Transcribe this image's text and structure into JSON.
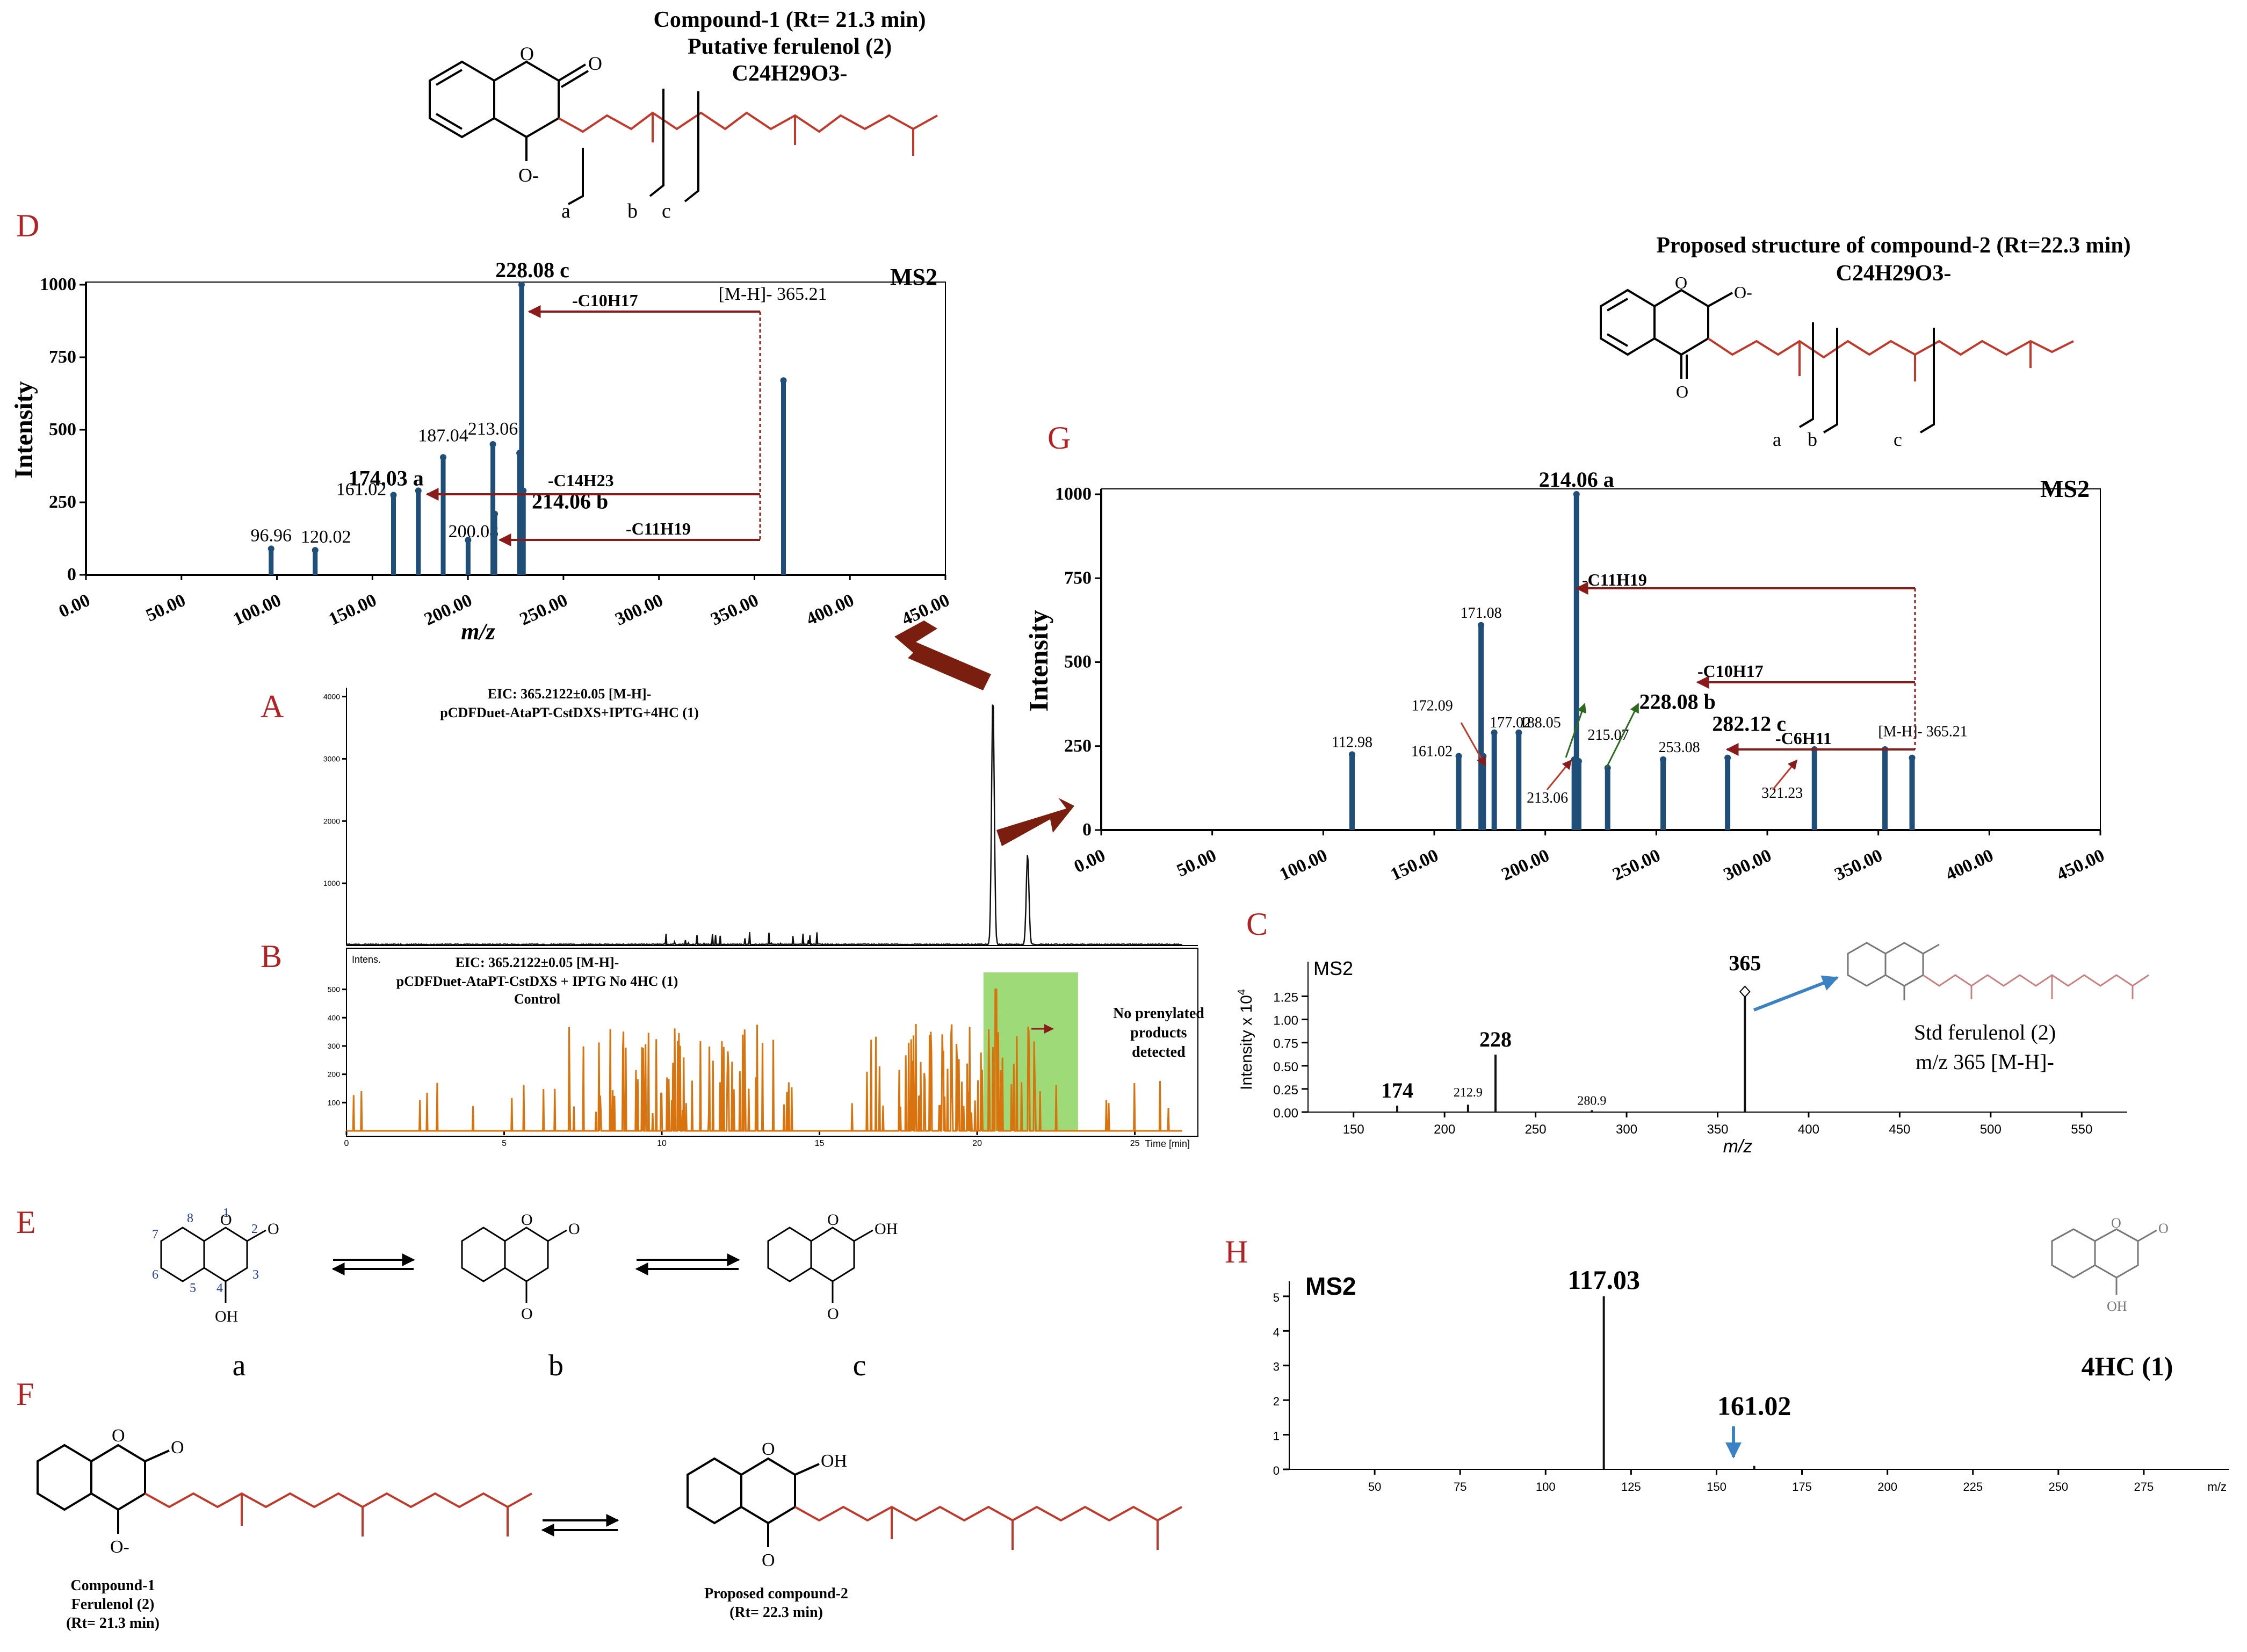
{
  "colors": {
    "panel_letter": "#b22222",
    "bar_blue": "#1f4e79",
    "orange_trace": "#d9730d",
    "highlight_green": "#8dd35f",
    "red_chain": "#c0392b",
    "dark_red": "#8b1a1a",
    "blue_arrow": "#3b82c4",
    "atom_number_blue": "#1f3a93"
  },
  "panels": {
    "A": "A",
    "B": "B",
    "C": "C",
    "D": "D",
    "E": "E",
    "F": "F",
    "G": "G",
    "H": "H"
  },
  "struct1": {
    "title": "Compound-1 (Rt= 21.3 min)",
    "subtitle": "Putative ferulenol (2)",
    "formula": "C24H29O3-",
    "cuts": [
      "a",
      "b",
      "c"
    ]
  },
  "struct2": {
    "title": "Proposed structure of compound-2 (Rt=22.3 min)",
    "formula": "C24H29O3-",
    "cuts": [
      "a",
      "b",
      "c"
    ]
  },
  "atoms": {
    "O": "O",
    "O_minus": "O-",
    "OH": "OH"
  },
  "panel_E": {
    "tautomer_labels": [
      "a",
      "b",
      "c"
    ],
    "numbers": [
      "1",
      "2",
      "3",
      "4",
      "5",
      "6",
      "7",
      "8"
    ]
  },
  "panel_F": {
    "left_label": [
      "Compound-1",
      "Ferulenol (2)",
      "(Rt= 21.3 min)"
    ],
    "right_label": [
      "Proposed compound-2",
      "(Rt= 22.3 min)"
    ]
  },
  "chart_data": [
    {
      "id": "D",
      "type": "bar",
      "title": "MS2",
      "xlabel": "m/z",
      "ylabel": "Intensity",
      "xlim": [
        0,
        450
      ],
      "ylim": [
        0,
        1000
      ],
      "xticks": [
        "0.00",
        "50.00",
        "100.00",
        "150.00",
        "200.00",
        "250.00",
        "300.00",
        "350.00",
        "400.00",
        "450.00"
      ],
      "yticks": [
        "0",
        "250",
        "500",
        "750",
        "1000"
      ],
      "peaks": [
        {
          "x": 96.96,
          "y": 90,
          "label": "96.96"
        },
        {
          "x": 120.02,
          "y": 85,
          "label": "120.02"
        },
        {
          "x": 161.02,
          "y": 275,
          "label": "161.02"
        },
        {
          "x": 174.03,
          "y": 290,
          "label": "174.03 a"
        },
        {
          "x": 187.04,
          "y": 405,
          "label": "187.04"
        },
        {
          "x": 200.08,
          "y": 120,
          "label": "200.08"
        },
        {
          "x": 213.06,
          "y": 450,
          "label": "213.06"
        },
        {
          "x": 214.06,
          "y": 210,
          "label": "214.06 b"
        },
        {
          "x": 227.0,
          "y": 420,
          "label": ""
        },
        {
          "x": 228.08,
          "y": 1000,
          "label": "228.08 c"
        },
        {
          "x": 229.0,
          "y": 290,
          "label": ""
        },
        {
          "x": 365.21,
          "y": 670,
          "label": "[M-H]- 365.21"
        }
      ],
      "annotations": [
        "-C10H17",
        "-C14H23",
        "-C11H19"
      ]
    },
    {
      "id": "G",
      "type": "bar",
      "title": "MS2",
      "xlabel": "",
      "ylabel": "Intensity",
      "xlim": [
        0,
        450
      ],
      "ylim": [
        0,
        1000
      ],
      "xticks": [
        "0.00",
        "50.00",
        "100.00",
        "150.00",
        "200.00",
        "250.00",
        "300.00",
        "350.00",
        "400.00",
        "450.00"
      ],
      "yticks": [
        "0",
        "250",
        "500",
        "750",
        "1000"
      ],
      "peaks": [
        {
          "x": 112.98,
          "y": 225,
          "label": "112.98"
        },
        {
          "x": 161.02,
          "y": 220,
          "label": "161.02"
        },
        {
          "x": 171.08,
          "y": 610,
          "label": "171.08"
        },
        {
          "x": 172.09,
          "y": 220,
          "label": "172.09"
        },
        {
          "x": 177.02,
          "y": 290,
          "label": "177.02"
        },
        {
          "x": 188.05,
          "y": 290,
          "label": "188.05"
        },
        {
          "x": 213.06,
          "y": 210,
          "label": "213.06"
        },
        {
          "x": 214.06,
          "y": 1000,
          "label": "214.06 a"
        },
        {
          "x": 215.07,
          "y": 205,
          "label": "215.07"
        },
        {
          "x": 228.08,
          "y": 185,
          "label": "228.08 b"
        },
        {
          "x": 253.08,
          "y": 210,
          "label": "253.08"
        },
        {
          "x": 282.12,
          "y": 215,
          "label": "282.12 c"
        },
        {
          "x": 321.23,
          "y": 240,
          "label": "321.23"
        },
        {
          "x": 353.0,
          "y": 240,
          "label": ""
        },
        {
          "x": 365.21,
          "y": 215,
          "label": "[M-H]- 365.21"
        }
      ],
      "annotations": [
        "-C11H19",
        "-C10H17",
        "-C6H11"
      ]
    },
    {
      "id": "A",
      "type": "line",
      "title": "EIC: 365.2122±0.05 [M-H]-",
      "subtitle": "pCDFDuet-AtaPT-CstDXS+IPTG+4HC (1)",
      "yticks": [
        "1000",
        "2000",
        "3000",
        "4000"
      ],
      "peaks": [
        {
          "rt": 20.5,
          "y": 4000
        },
        {
          "rt": 21.6,
          "y": 1450
        }
      ]
    },
    {
      "id": "B",
      "type": "line",
      "title": "EIC: 365.2122±0.05 [M-H]-",
      "subtitle": "pCDFDuet-AtaPT-CstDXS + IPTG No 4HC (1)",
      "subtitle2": "Control",
      "ylabel": "Intens.",
      "xlabel": "Time [min]",
      "xlim": [
        0,
        27
      ],
      "xticks": [
        "0",
        "5",
        "10",
        "15",
        "20",
        "25"
      ],
      "yticks": [
        "100",
        "200",
        "300",
        "400",
        "500"
      ],
      "highlight": {
        "from": 20.2,
        "to": 23.2
      },
      "note": "No prenylated products detected"
    },
    {
      "id": "C",
      "type": "bar",
      "title": "MS2",
      "xlabel": "m/z",
      "ylabel": "Intensity x 10",
      "xlim": [
        125,
        575
      ],
      "ylim": [
        0,
        1.45
      ],
      "xticks": [
        "150",
        "200",
        "250",
        "300",
        "350",
        "400",
        "450",
        "500",
        "550"
      ],
      "yticks": [
        "0.00",
        "0.25",
        "0.50",
        "0.75",
        "1.00",
        "1.25"
      ],
      "peaks": [
        {
          "x": 174,
          "y": 0.07,
          "label": "174"
        },
        {
          "x": 212.9,
          "y": 0.08,
          "label": "212.9"
        },
        {
          "x": 228,
          "y": 0.62,
          "label": "228"
        },
        {
          "x": 280.9,
          "y": 0.02,
          "label": "280.9"
        },
        {
          "x": 365,
          "y": 1.3,
          "label": "365"
        }
      ],
      "std_label": "Std ferulenol (2)",
      "std_sub": "m/z 365 [M-H]-"
    },
    {
      "id": "H",
      "type": "bar",
      "title": "MS2",
      "xlim": [
        25,
        300
      ],
      "ylim": [
        0,
        5.2
      ],
      "xticks": [
        "50",
        "75",
        "100",
        "125",
        "150",
        "175",
        "200",
        "225",
        "250",
        "275",
        "m/z"
      ],
      "yticks": [
        "0",
        "1",
        "2",
        "3",
        "4",
        "5"
      ],
      "peaks": [
        {
          "x": 117.03,
          "y": 5.0,
          "label": "117.03"
        },
        {
          "x": 161.02,
          "y": 0.1,
          "label": "161.02"
        }
      ],
      "compound_label": "4HC (1)"
    }
  ]
}
